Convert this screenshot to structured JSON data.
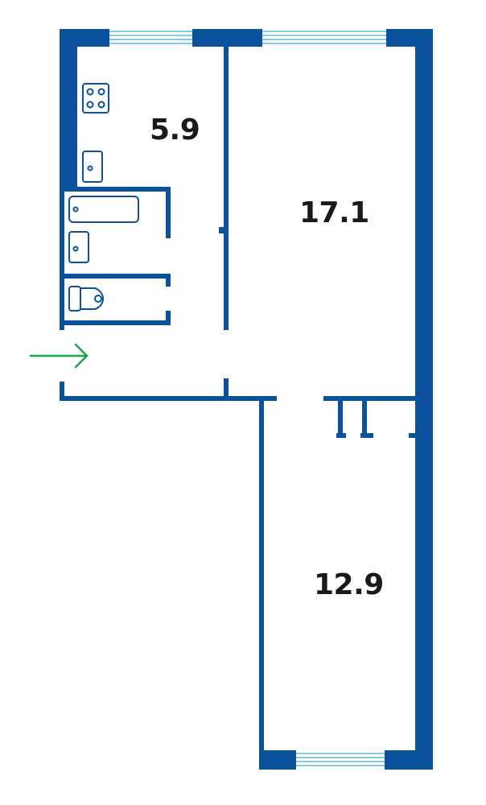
{
  "plan": {
    "wall_color": "#0b519c",
    "window_color": "#5cb8e6",
    "entrance_arrow_color": "#14a64a",
    "rooms": [
      {
        "id": "kitchen",
        "area": "5.9"
      },
      {
        "id": "room-large",
        "area": "17.1"
      },
      {
        "id": "room-small",
        "area": "12.9"
      }
    ],
    "icons": [
      "stove-icon",
      "kitchen-sink-icon",
      "bathtub-icon",
      "wash-basin-icon",
      "toilet-icon",
      "entrance-arrow-icon"
    ]
  }
}
